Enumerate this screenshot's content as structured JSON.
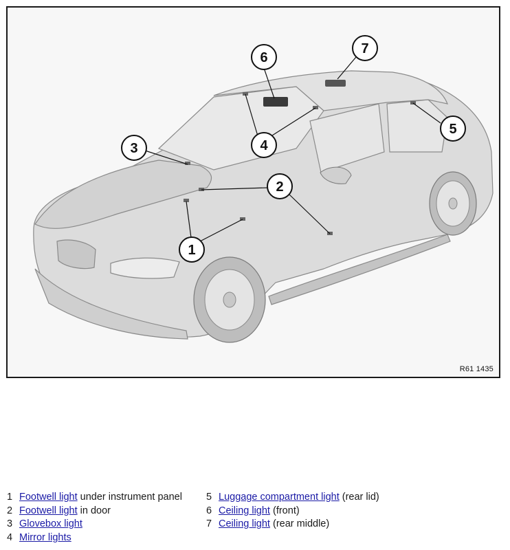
{
  "figure": {
    "code": "R61 1435",
    "callouts": [
      "1",
      "2",
      "3",
      "4",
      "5",
      "6",
      "7"
    ]
  },
  "legend": {
    "left": [
      {
        "num": "1",
        "link": "Footwell light",
        "rest": "under instrument panel"
      },
      {
        "num": "2",
        "link": "Footwell light",
        "rest": "in door"
      },
      {
        "num": "3",
        "link": "Glovebox light",
        "rest": ""
      },
      {
        "num": "4",
        "link": "Mirror lights",
        "rest": ""
      }
    ],
    "right": [
      {
        "num": "5",
        "link": "Luggage compartment light",
        "rest": "(rear lid)"
      },
      {
        "num": "6",
        "link": "Ceiling light",
        "rest": "(front)"
      },
      {
        "num": "7",
        "link": "Ceiling light",
        "rest": "(rear middle)"
      }
    ]
  },
  "colors": {
    "link": "#1a1aa6",
    "car_body": "#dcdcdc",
    "car_shadow": "#b9b9b9",
    "outline": "#8a8a8a"
  }
}
